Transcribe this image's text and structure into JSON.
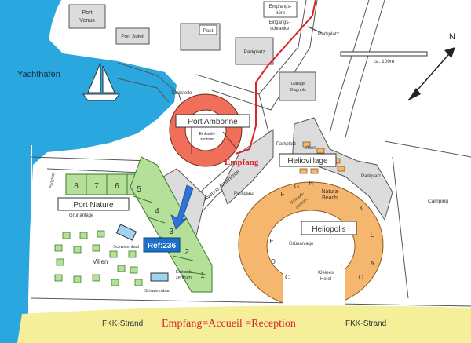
{
  "labels": {
    "yachthafen": "Yachthafen",
    "port_venus": [
      "Port",
      "Venus"
    ],
    "port_soleil": "Port Soleil",
    "post": "Post",
    "empfangsbuero": [
      "Empfangs-",
      "büro"
    ],
    "eingangsschranke": [
      "Eingangs-",
      "schranke"
    ],
    "parkplatz_top": "Parkplatz",
    "parkplatz_mid": "Parkplatz",
    "garage_bagnols": [
      "Garage",
      "Bagnols"
    ],
    "tankstelle": "Tankstelle",
    "port_ambonne": "Port Ambonne",
    "einkaufszentrum_top": [
      "Einkaufs-",
      "zentrum"
    ],
    "empfang": "Empfang",
    "heliovillage": "Heliovillage",
    "villen_heliovillage": "Villen",
    "parkplatz_left": "Parkplatz",
    "parkplatz_heliovillage_left": "Parkplatz",
    "parkplatz_heliovillage_right": "Parkplatz",
    "parkplatz_nature": "Parkplatz",
    "avenue_amphitrite": "Avenue Amphitrite",
    "camping": "Camping",
    "port_nature": "Port Nature",
    "gruenanlage_nature": "Grünanlage",
    "ref": "Ref:236",
    "schwimmbad_1": "Schwimmbad",
    "schwimmbad_2": "Schwimmbad",
    "einkaufszentrum_bottom": [
      "Einkaufs-",
      "zentrum"
    ],
    "villen_nature": "Villen",
    "einkaufszentrum_helio": [
      "Einkaufs-",
      "zentrum"
    ],
    "natura_beach": [
      "Natura",
      "Beach"
    ],
    "heliopolis": "Heliopolis",
    "gruenanlage_helio": "Grünanlage",
    "kleines_hotel": [
      "Kleines",
      "Hotel"
    ],
    "fkk_left": "FKK-Strand",
    "fkk_right": "FKK-Strand",
    "reception_banner": "Empfang=Accueil =Reception"
  },
  "scale_label": "ca. 100m",
  "north": "N",
  "port_nature_numbers": [
    "8",
    "7",
    "6",
    "5",
    "4",
    "3",
    "2",
    "1"
  ],
  "heliopolis_letters": [
    "F",
    "G",
    "H",
    "K",
    "L",
    "A",
    "O",
    "C",
    "D",
    "E"
  ],
  "colors": {
    "sea": "#2aa7de",
    "green": "#b5e09a",
    "orange": "#f5b66e",
    "red": "#f06f5b",
    "blue": "#1f6fc9",
    "sand": "#f5ef9a",
    "route": "#d9242b"
  }
}
